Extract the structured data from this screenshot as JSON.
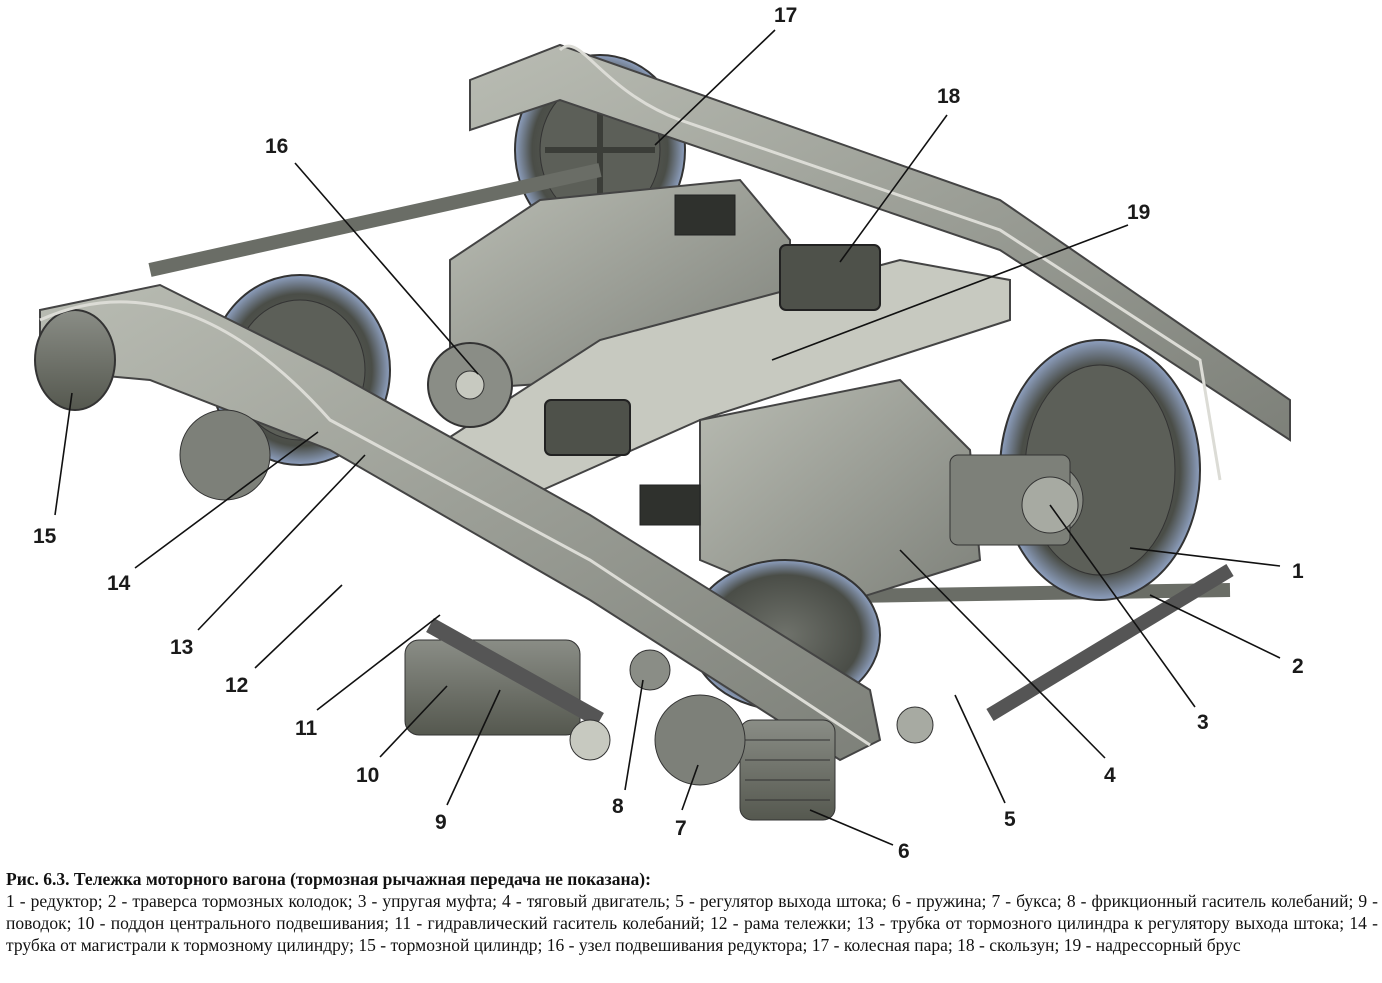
{
  "figure": {
    "callouts": [
      {
        "n": "1"
      },
      {
        "n": "2"
      },
      {
        "n": "3"
      },
      {
        "n": "4"
      },
      {
        "n": "5"
      },
      {
        "n": "6"
      },
      {
        "n": "7"
      },
      {
        "n": "8"
      },
      {
        "n": "9"
      },
      {
        "n": "10"
      },
      {
        "n": "11"
      },
      {
        "n": "12"
      },
      {
        "n": "13"
      },
      {
        "n": "14"
      },
      {
        "n": "15"
      },
      {
        "n": "16"
      },
      {
        "n": "17"
      },
      {
        "n": "18"
      },
      {
        "n": "19"
      }
    ]
  },
  "caption": {
    "title": "Рис. 6.3. Тележка моторного вагона (тормозная рычажная передача не показана):",
    "legend": "1 - редуктор; 2 - траверса тормозных колодок; 3 - упругая муфта; 4 - тяговый двигатель; 5 - регулятор выхода штока; 6 - пружина; 7 - букса; 8 - фрикционный гаситель колебаний; 9 - поводок; 10 - поддон центрального подвешивания; 11 - гидравлический гаситель колебаний; 12 - рама тележки; 13 - трубка от тормозного цилиндра к регулятору выхода штока; 14 - трубка от магистрали к тормозному цилиндру; 15 - тормозной цилиндр; 16 - узел подвешивания редуктора; 17 - колесная пара; 18 - скользун; 19 - надрессорный брус"
  }
}
